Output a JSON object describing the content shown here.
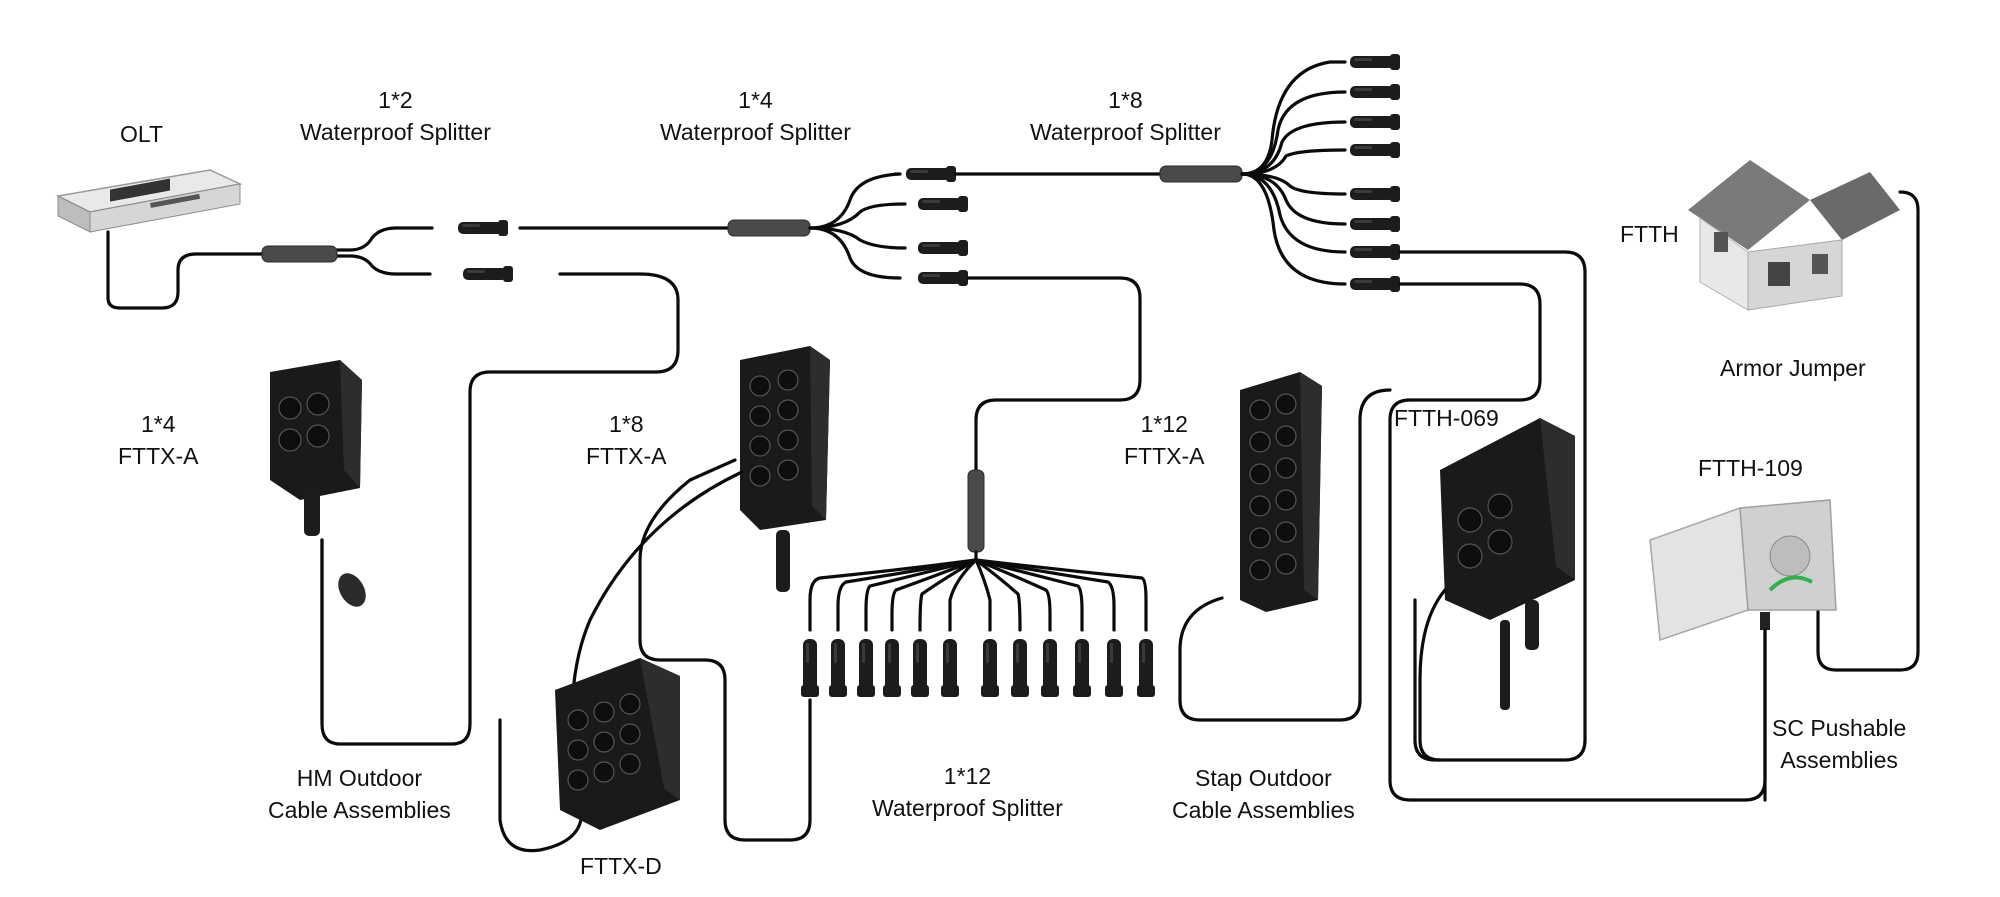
{
  "labels": {
    "olt": "OLT",
    "splitter_1x2": {
      "line1": "1*2",
      "line2": "Waterproof Splitter"
    },
    "splitter_1x4": {
      "line1": "1*4",
      "line2": "Waterproof Splitter"
    },
    "splitter_1x8": {
      "line1": "1*8",
      "line2": "Waterproof Splitter"
    },
    "splitter_1x12": {
      "line1": "1*12",
      "line2": "Waterproof Splitter"
    },
    "ftth": "FTTH",
    "armor_jumper": "Armor Jumper",
    "fttx_a_1x4": {
      "line1": "1*4",
      "line2": "FTTX-A"
    },
    "fttx_a_1x8": {
      "line1": "1*8",
      "line2": "FTTX-A"
    },
    "fttx_a_1x12": {
      "line1": "1*12",
      "line2": "FTTX-A"
    },
    "ftth_069": "FTTH-069",
    "ftth_109": "FTTH-109",
    "hm_outdoor": {
      "line1": "HM Outdoor",
      "line2": "Cable Assemblies"
    },
    "fttx_d": "FTTX-D",
    "stap_outdoor": {
      "line1": "Stap Outdoor",
      "line2": "Cable Assemblies"
    },
    "sc_pushable": {
      "line1": "SC Pushable",
      "line2": "Assemblies"
    }
  },
  "icons": {
    "olt": "network-switch-icon",
    "house": "house-icon",
    "closure": "terminal-box-icon",
    "ftth_109": "distribution-box-icon"
  },
  "colors": {
    "cable": "#0b0b0b",
    "device": "#1a1a1a",
    "house_roof": "#6f6f6f",
    "fiber_accent": "#2fb34a"
  }
}
